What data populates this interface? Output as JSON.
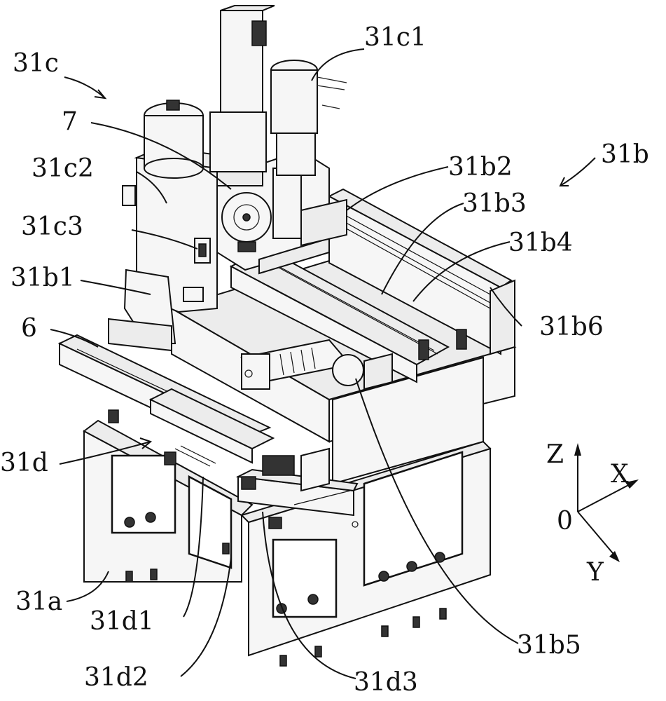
{
  "labels": {
    "l_31c": "31c",
    "l_31c1": "31c1",
    "l_7": "7",
    "l_31c2": "31c2",
    "l_31c3": "31c3",
    "l_31b1": "31b1",
    "l_6": "6",
    "l_31d": "31d",
    "l_31a": "31a",
    "l_31d1": "31d1",
    "l_31d2": "31d2",
    "l_31d3": "31d3",
    "l_31b": "31b",
    "l_31b2": "31b2",
    "l_31b3": "31b3",
    "l_31b4": "31b4",
    "l_31b6": "31b6",
    "l_31b5": "31b5"
  },
  "axes": {
    "z": "Z",
    "x": "X",
    "y": "Y",
    "origin": "0"
  }
}
